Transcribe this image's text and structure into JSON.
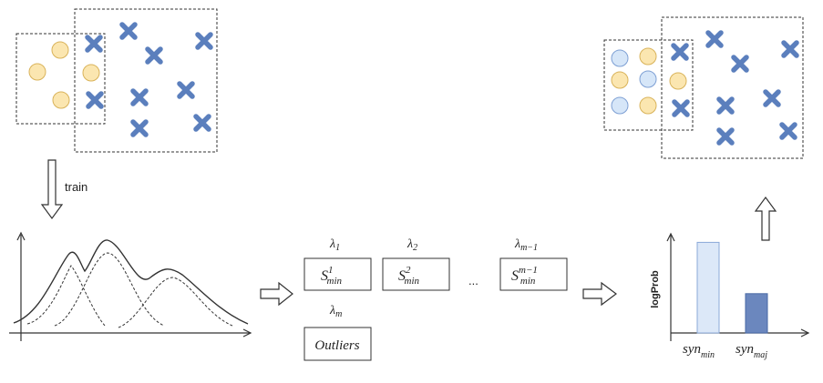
{
  "train_label": "train",
  "y_axis_label": "logProb",
  "subsets": [
    {
      "lambda": "λ",
      "lambda_sub": "1",
      "S": "S",
      "sup": "1",
      "sub": "min"
    },
    {
      "lambda": "λ",
      "lambda_sub": "2",
      "S": "S",
      "sup": "2",
      "sub": "min"
    },
    {
      "lambda": "λ",
      "lambda_sub": "m−1",
      "S": "S",
      "sup": "m−1",
      "sub": "min"
    }
  ],
  "ellipsis": "...",
  "outliers": {
    "lambda": "λ",
    "lambda_sub": "m",
    "label": "Outliers"
  },
  "bars": [
    {
      "label": "syn",
      "sub": "min",
      "value": 0.83,
      "color": "#dce8f8",
      "stroke": "#8aa8d8"
    },
    {
      "label": "syn",
      "sub": "maj",
      "value": 0.36,
      "color": "#6b87be",
      "stroke": "#4a6aa6"
    }
  ],
  "colors": {
    "minority": "#fbe6b0",
    "minority_stroke": "#d9b35a",
    "synthetic": "#d6e6f8",
    "synthetic_stroke": "#7ea0d4",
    "majority": "#5b7fbd"
  },
  "icons": {
    "cross": "x-mark-icon",
    "circle": "circle-icon",
    "arrow": "hollow-arrow-icon"
  }
}
